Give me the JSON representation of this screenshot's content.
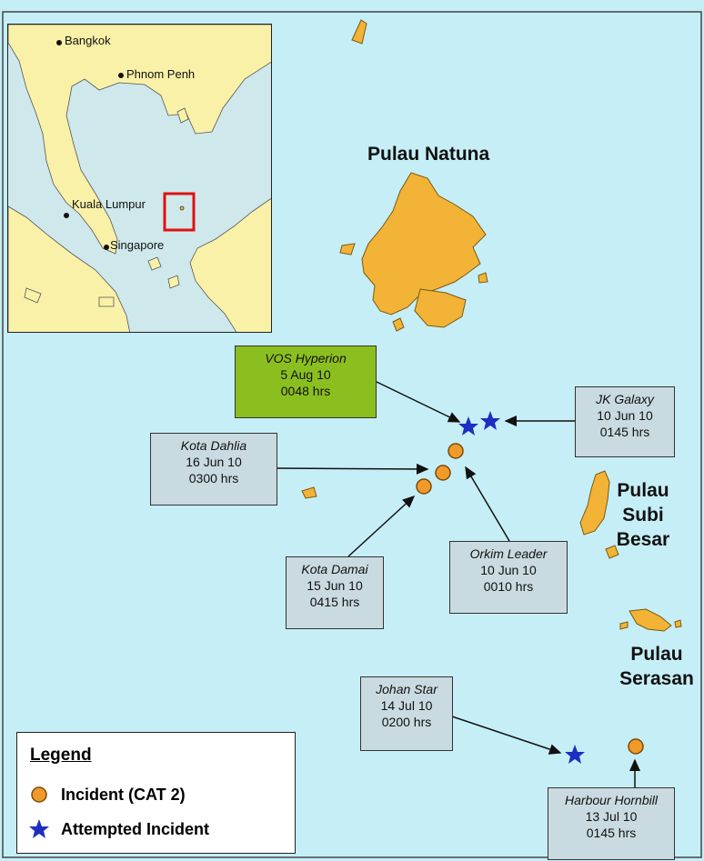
{
  "islands": {
    "natuna": "Pulau Natuna",
    "subi": [
      "Pulau",
      "Subi",
      "Besar"
    ],
    "serasan": [
      "Pulau",
      "Serasan"
    ]
  },
  "incidents": [
    {
      "vessel": "VOS Hyperion",
      "date": "5 Aug 10",
      "time": "0048 hrs",
      "type": "attempted"
    },
    {
      "vessel": "JK Galaxy",
      "date": "10 Jun 10",
      "time": "0145 hrs",
      "type": "attempted"
    },
    {
      "vessel": "Kota Dahlia",
      "date": "16 Jun 10",
      "time": "0300 hrs",
      "type": "incident"
    },
    {
      "vessel": "Orkim Leader",
      "date": "10 Jun 10",
      "time": "0010 hrs",
      "type": "incident"
    },
    {
      "vessel": "Kota Damai",
      "date": "15 Jun 10",
      "time": "0415 hrs",
      "type": "incident"
    },
    {
      "vessel": "Johan Star",
      "date": "14 Jul 10",
      "time": "0200 hrs",
      "type": "attempted"
    },
    {
      "vessel": "Harbour Hornbill",
      "date": "13 Jul 10",
      "time": "0145 hrs",
      "type": "incident"
    }
  ],
  "inset": {
    "cities": [
      "Bangkok",
      "Phnom Penh",
      "Kuala Lumpur",
      "Singapore"
    ]
  },
  "legend": {
    "title": "Legend",
    "incident_label": "Incident (CAT 2)",
    "attempted_label": "Attempted Incident"
  },
  "colors": {
    "sea": "#c6eef7",
    "island": "#f2b336",
    "land_inset": "#f9f1a8",
    "callout": "#c9dbe0",
    "highlight_callout": "#8bbf1f",
    "incident_marker": "#f29a29",
    "attempted_marker": "#1e2ec2"
  }
}
